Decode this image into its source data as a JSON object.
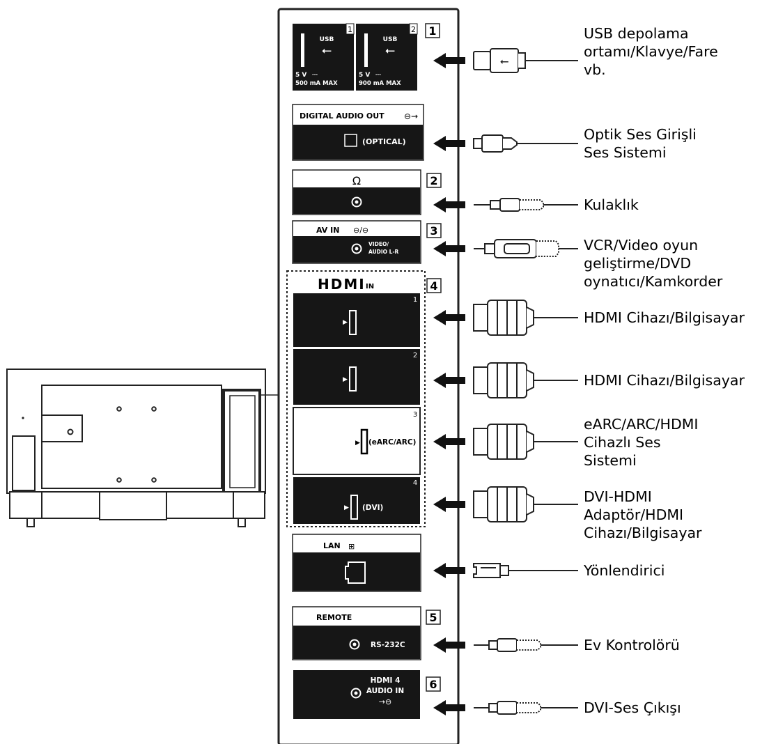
{
  "panel": {
    "usb_ports": [
      {
        "label": "USB",
        "number": "1",
        "volts": "5 V",
        "current": "500 mA MAX"
      },
      {
        "label": "USB",
        "number": "2",
        "volts": "5 V",
        "current": "900 mA MAX"
      }
    ],
    "digital_audio": {
      "label": "DIGITAL AUDIO OUT",
      "sub": "(OPTICAL)"
    },
    "av_in": {
      "label": "AV IN",
      "sub1": "VIDEO/",
      "sub2": "AUDIO L-R"
    },
    "hdmi": {
      "logo": "HDMI",
      "in_label": "IN",
      "ports": [
        {
          "number": "1",
          "sub": ""
        },
        {
          "number": "2",
          "sub": ""
        },
        {
          "number": "3",
          "sub": "(eARC/ARC)"
        },
        {
          "number": "4",
          "sub": "(DVI)"
        }
      ]
    },
    "lan": {
      "label": "LAN"
    },
    "remote": {
      "label": "REMOTE",
      "sub": "RS-232C"
    },
    "hdmi_audio": {
      "line1": "HDMI 4",
      "line2": "AUDIO IN"
    }
  },
  "group_numbers": [
    "1",
    "2",
    "3",
    "4",
    "5",
    "6"
  ],
  "captions": [
    {
      "lines": [
        "USB depolama",
        "ortamı/Klavye/Fare",
        "vb."
      ]
    },
    {
      "lines": [
        "Optik Ses Girişli",
        "Ses Sistemi"
      ]
    },
    {
      "lines": [
        "Kulaklık"
      ]
    },
    {
      "lines": [
        "VCR/Video oyun",
        "geliştirme/DVD",
        "oynatıcı/Kamkorder"
      ]
    },
    {
      "lines": [
        "HDMI Cihazı/Bilgisayar"
      ]
    },
    {
      "lines": [
        "HDMI Cihazı/Bilgisayar"
      ]
    },
    {
      "lines": [
        "eARC/ARC/HDMI",
        "Cihazlı Ses",
        "Sistemi"
      ]
    },
    {
      "lines": [
        "DVI-HDMI",
        "Adaptör/HDMI",
        "Cihazı/Bilgisayar"
      ]
    },
    {
      "lines": [
        "Yönlendirici"
      ]
    },
    {
      "lines": [
        "Ev Kontrolörü"
      ]
    },
    {
      "lines": [
        "DVI-Ses Çıkışı"
      ]
    }
  ]
}
